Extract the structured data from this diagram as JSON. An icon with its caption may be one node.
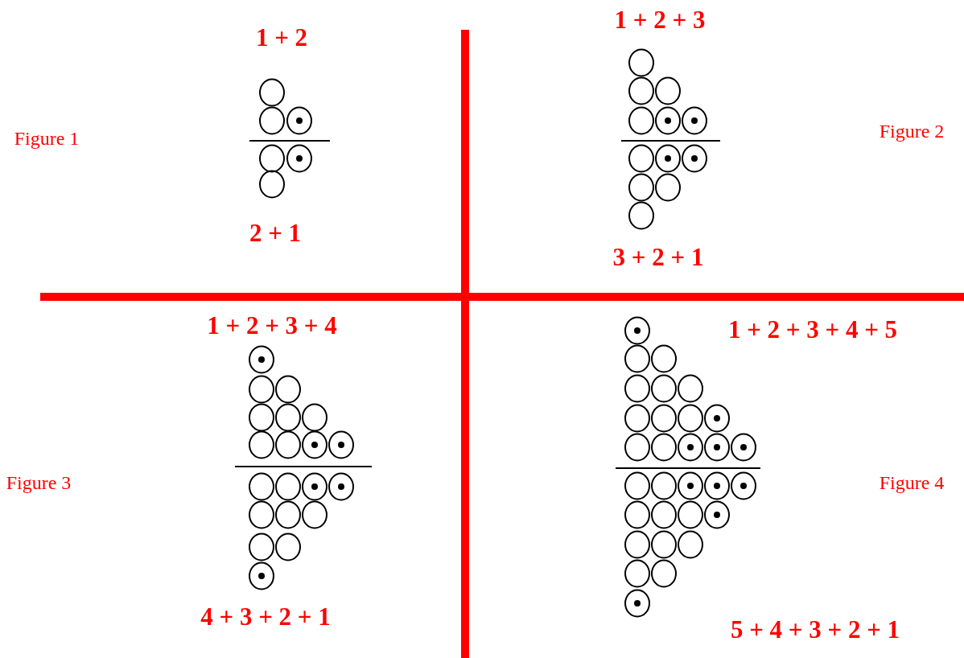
{
  "diagram": {
    "labels": [
      "1 + 2",
      "1 + 2 + 3",
      "Figure 1",
      "Figure 2",
      "2 + 1",
      "3 + 2 + 1",
      "1 + 2 + 3 + 4",
      "1 + 2 + 3 + 4 + 5",
      "Figure 3",
      "Figure 4",
      "4 + 3 + 2 + 1",
      "5 + 4 + 3 + 2 + 1"
    ]
  }
}
